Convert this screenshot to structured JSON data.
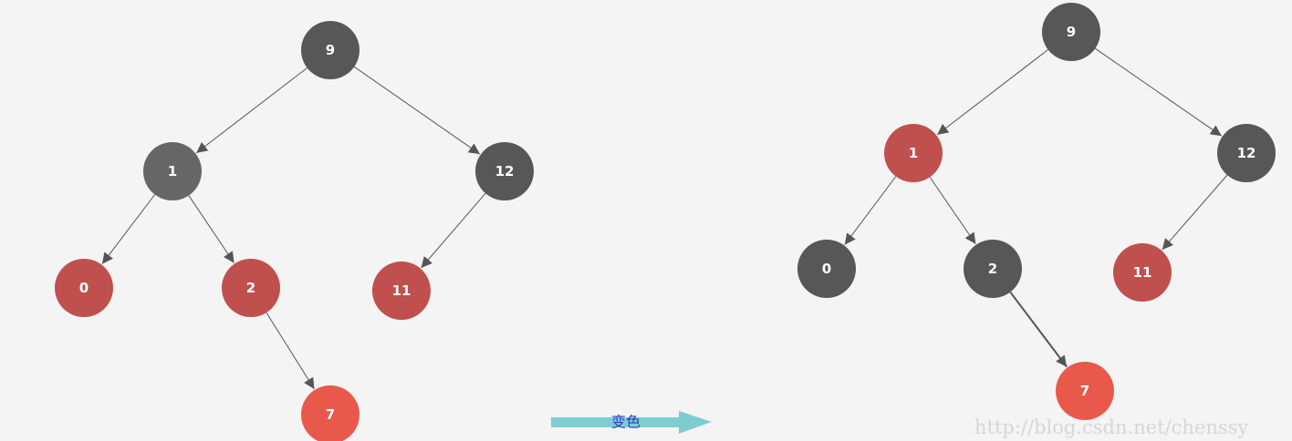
{
  "colors": {
    "black_node": "#575757",
    "dark_gray_node": "#666666",
    "red_node": "#c0504d",
    "bright_red_node": "#e8594c",
    "edge": "#555555",
    "arrow": "#7dcdd0",
    "arrow_text": "#2a3fc2",
    "background": "#f4f4f4"
  },
  "trees": [
    {
      "name": "before",
      "nodes": [
        {
          "id": "9",
          "label": "9",
          "color": "black"
        },
        {
          "id": "1",
          "label": "1",
          "color": "dark_gray"
        },
        {
          "id": "12",
          "label": "12",
          "color": "black"
        },
        {
          "id": "0",
          "label": "0",
          "color": "red"
        },
        {
          "id": "2",
          "label": "2",
          "color": "red"
        },
        {
          "id": "11",
          "label": "11",
          "color": "red"
        },
        {
          "id": "7",
          "label": "7",
          "color": "bright_red"
        }
      ],
      "edges": [
        {
          "from": "9",
          "to": "1"
        },
        {
          "from": "9",
          "to": "12"
        },
        {
          "from": "1",
          "to": "0"
        },
        {
          "from": "1",
          "to": "2"
        },
        {
          "from": "12",
          "to": "11"
        },
        {
          "from": "2",
          "to": "7"
        }
      ]
    },
    {
      "name": "after",
      "nodes": [
        {
          "id": "9",
          "label": "9",
          "color": "black"
        },
        {
          "id": "1",
          "label": "1",
          "color": "red"
        },
        {
          "id": "12",
          "label": "12",
          "color": "black"
        },
        {
          "id": "0",
          "label": "0",
          "color": "black"
        },
        {
          "id": "2",
          "label": "2",
          "color": "black"
        },
        {
          "id": "11",
          "label": "11",
          "color": "red"
        },
        {
          "id": "7",
          "label": "7",
          "color": "bright_red"
        }
      ],
      "edges": [
        {
          "from": "9",
          "to": "1"
        },
        {
          "from": "9",
          "to": "12"
        },
        {
          "from": "1",
          "to": "0"
        },
        {
          "from": "1",
          "to": "2"
        },
        {
          "from": "12",
          "to": "11"
        },
        {
          "from": "2",
          "to": "7",
          "bold": true
        }
      ]
    }
  ],
  "transition": {
    "label": "变色"
  },
  "watermark": "http://blog.csdn.net/chenssy"
}
